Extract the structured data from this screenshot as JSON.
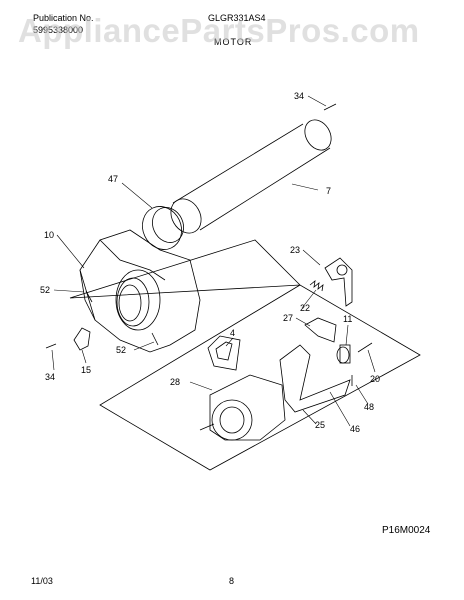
{
  "header": {
    "publication_label": "Publication No.",
    "publication_number": "5995338000",
    "model": "GLGR331AS4",
    "section": "MOTOR"
  },
  "watermark": "AppliancePartsPros.com",
  "callouts": {
    "c34_top": "34",
    "c47": "47",
    "c7": "7",
    "c10": "10",
    "c23": "23",
    "c52_left": "52",
    "c22": "22",
    "c27": "27",
    "c4": "4",
    "c11": "11",
    "c52_bottom": "52",
    "c34_left": "34",
    "c15": "15",
    "c20": "20",
    "c28": "28",
    "c48": "48",
    "c25": "25",
    "c46": "46"
  },
  "diagram_code": "P16M0024",
  "footer": {
    "date": "11/03",
    "page": "8"
  }
}
